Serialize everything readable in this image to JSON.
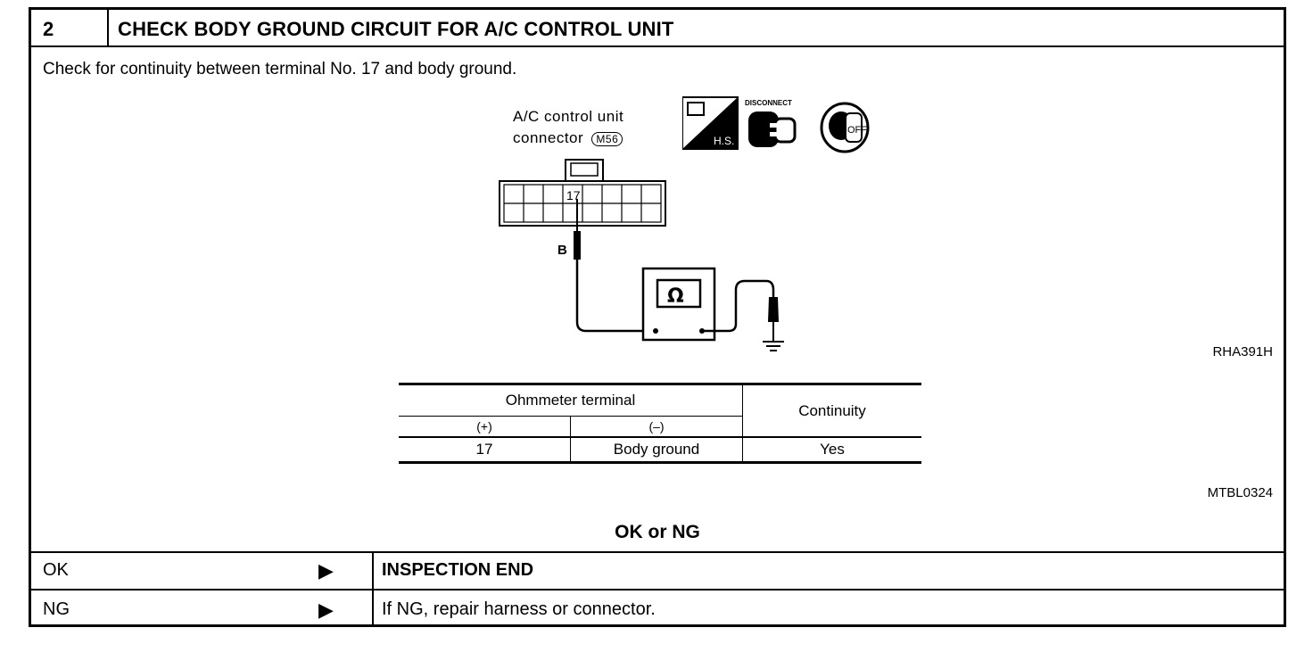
{
  "header": {
    "step_number": "2",
    "title": "CHECK BODY GROUND CIRCUIT FOR A/C CONTROL UNIT"
  },
  "instruction": "Check for continuity between terminal No. 17 and body ground.",
  "diagram": {
    "connector_label_line1": "A/C control unit",
    "connector_label_line2": "connector",
    "connector_id": "M56",
    "terminal": "17",
    "wire_color": "B",
    "meter_symbol": "Ω",
    "icon_disconnect_text": "DISCONNECT",
    "icon_hs_text": "H.S.",
    "icon_off_text": "OFF",
    "figure_code": "RHA391H"
  },
  "ohm_table": {
    "header_group": "Ohmmeter terminal",
    "header_plus": "(+)",
    "header_minus": "(–)",
    "header_continuity": "Continuity",
    "row": {
      "plus": "17",
      "minus": "Body ground",
      "continuity": "Yes"
    },
    "table_code": "MTBL0324"
  },
  "decision": {
    "title": "OK or NG",
    "results": [
      {
        "label": "OK",
        "arrow": "▶",
        "text": "INSPECTION END"
      },
      {
        "label": "NG",
        "arrow": "▶",
        "text": "If NG, repair harness or connector."
      }
    ]
  }
}
